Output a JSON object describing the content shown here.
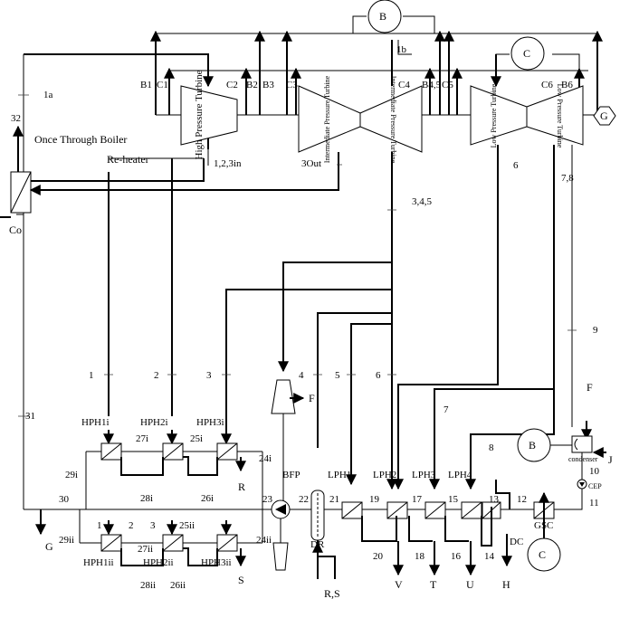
{
  "labels": {
    "B": "B",
    "C": "C",
    "G": "G",
    "l1b": "1b",
    "l1a": "1a",
    "l32": "32",
    "boiler": "Once Through Boiler",
    "reheater": "Re-heater",
    "Co": "Co",
    "B1": "B1",
    "C1": "C1",
    "C2": "C2",
    "B2": "B2",
    "B3": "B3",
    "C3": "C3",
    "C4": "C4",
    "B45": "B4,5",
    "C5": "C5",
    "C6": "C6",
    "B6": "B6",
    "l123in": "1,2,3in",
    "l3out": "3Out",
    "l6top": "6",
    "l78": "7,8",
    "l345": "3,4,5",
    "l9": "9",
    "l1": "1",
    "l2": "2",
    "l3": "3",
    "l4": "4",
    "l5": "5",
    "l6": "6",
    "F1": "F",
    "F2": "F",
    "l7": "7",
    "l31": "31",
    "HPH1i": "HPH1i",
    "HPH2i": "HPH2i",
    "HPH3i": "HPH3i",
    "l8": "8",
    "condenser": "condenser",
    "J": "J",
    "l27i": "27i",
    "l25i": "25i",
    "l24i": "24i",
    "l29i": "29i",
    "R": "R",
    "BFP": "BFP",
    "LPH1": "LPH1",
    "LPH2": "LPH2",
    "LPH3": "LPH3",
    "LPH4": "LPH4",
    "l10": "10",
    "CEP": "CEP",
    "l28i": "28i",
    "l26i": "26i",
    "l30": "30",
    "l23": "23",
    "l22": "22",
    "l21": "21",
    "l19": "19",
    "l17": "17",
    "l15": "15",
    "l13": "13",
    "l12": "12",
    "l11": "11",
    "l1b2": "1",
    "l2b": "2",
    "l3b": "3",
    "l25ii": "25ii",
    "GSC": "GSC",
    "DR": "DR",
    "DC": "DC",
    "l29ii": "29ii",
    "l27ii": "27ii",
    "l24ii": "24ii",
    "l20": "20",
    "l18": "18",
    "l16": "16",
    "l14": "14",
    "HPH1ii": "HPH1ii",
    "HPH2ii": "HPH2ii",
    "HPH3ii": "HPH3ii",
    "l28ii": "28ii",
    "l26ii": "26ii",
    "S": "S",
    "RS": "R,S",
    "V": "V",
    "T": "T",
    "U": "U",
    "H": "H",
    "hpTurbine": "High Pressure Turbine",
    "ipTurbine1": "Intermediate Pressure Turbine",
    "ipTurbine2": "Intermediate Pressure Turbine",
    "lpTurbine1": "Low Pressure Turbine",
    "lpTurbine2": "Low Pressure Turbine"
  }
}
